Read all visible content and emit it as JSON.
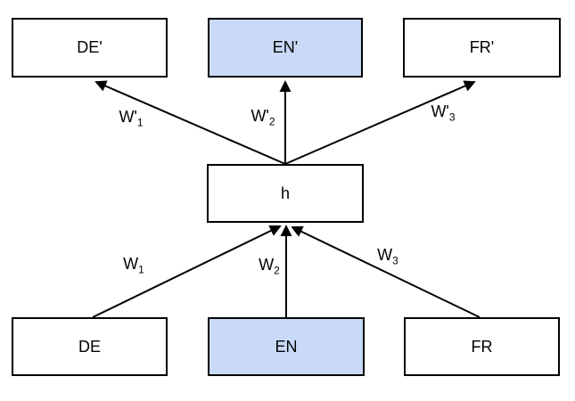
{
  "diagram": {
    "colors": {
      "background": "#ffffff",
      "line": "#000000",
      "box_fill": "#ffffff",
      "highlight_fill": "#c9daf8"
    },
    "nodes": {
      "de_out": {
        "label": "DE'",
        "highlighted": false
      },
      "en_out": {
        "label": "EN'",
        "highlighted": true
      },
      "fr_out": {
        "label": "FR'",
        "highlighted": false
      },
      "hidden": {
        "label": "h",
        "highlighted": false
      },
      "de_in": {
        "label": "DE",
        "highlighted": false
      },
      "en_in": {
        "label": "EN",
        "highlighted": true
      },
      "fr_in": {
        "label": "FR",
        "highlighted": false
      }
    },
    "edges": {
      "w1p": {
        "base": "W'",
        "sub": "1",
        "from": "hidden",
        "to": "de_out"
      },
      "w2p": {
        "base": "W'",
        "sub": "2",
        "from": "hidden",
        "to": "en_out"
      },
      "w3p": {
        "base": "W'",
        "sub": "3",
        "from": "hidden",
        "to": "fr_out"
      },
      "w1": {
        "base": "W",
        "sub": "1",
        "from": "de_in",
        "to": "hidden"
      },
      "w2": {
        "base": "W",
        "sub": "2",
        "from": "en_in",
        "to": "hidden"
      },
      "w3": {
        "base": "W",
        "sub": "3",
        "from": "fr_in",
        "to": "hidden"
      }
    }
  }
}
